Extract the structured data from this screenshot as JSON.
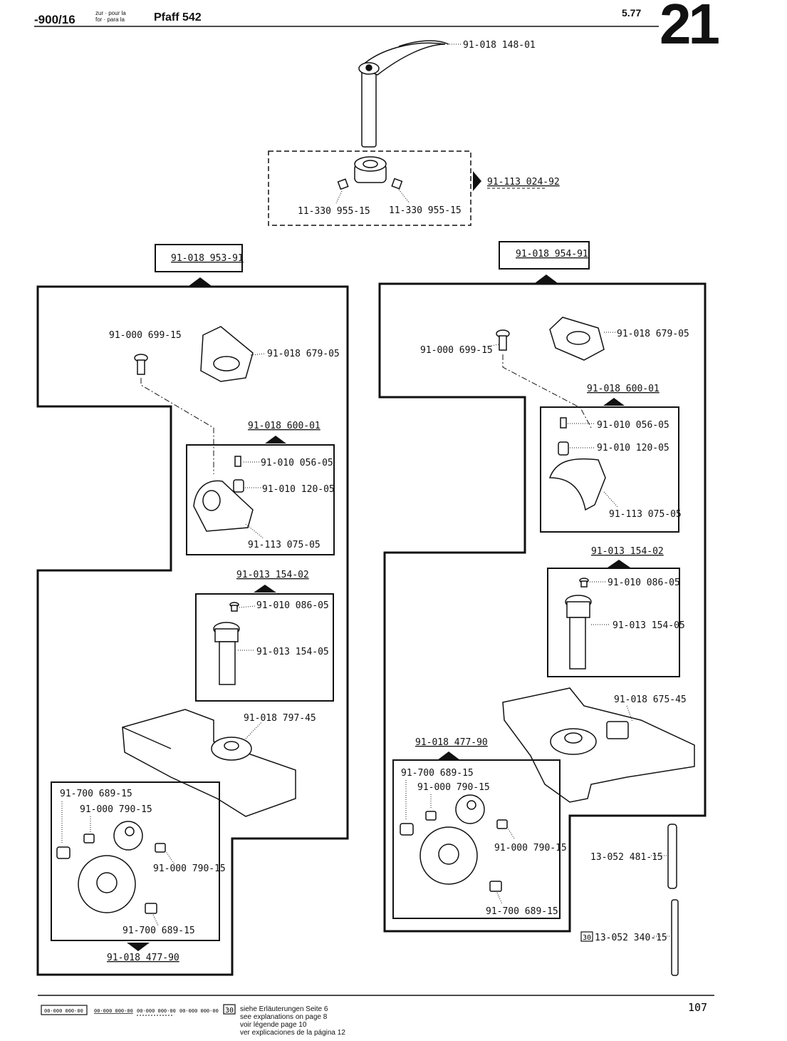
{
  "header": {
    "left_code": "-900/16",
    "zur": "zur · pour la",
    "for": "for · para la",
    "model": "Pfaff 542",
    "date": "5.77",
    "page_group": "21"
  },
  "parts": {
    "hook": "91-018 148-01",
    "collar_set": "91-113 024-92",
    "screw_a": "11-330 955-15",
    "screw_b": "11-330 955-15",
    "left_assembly": "91-018 953-91",
    "right_assembly": "91-018 954-91",
    "l_screw_699": "91-000 699-15",
    "l_gib_679": "91-018 679-05",
    "l_sub_600": "91-018 600-01",
    "l_pin_056": "91-010 056-05",
    "l_bush_120": "91-010 120-05",
    "l_plate_075": "91-113 075-05",
    "l_sub_154": "91-013 154-02",
    "l_screw_086": "91-010 086-05",
    "l_shaft_154": "91-013 154-05",
    "l_bracket_797": "91-018 797-45",
    "l_set_689a": "91-700 689-15",
    "l_screw_790a": "91-000 790-15",
    "l_screw_790b": "91-000 790-15",
    "l_set_689b": "91-700 689-15",
    "l_sub_477": "91-018 477-90",
    "r_screw_699": "91-000 699-15",
    "r_gib_679": "91-018 679-05",
    "r_sub_600": "91-018 600-01",
    "r_pin_056": "91-010 056-05",
    "r_bush_120": "91-010 120-05",
    "r_plate_075": "91-113 075-05",
    "r_sub_154": "91-013 154-02",
    "r_screw_086": "91-010 086-05",
    "r_shaft_154": "91-013 154-05",
    "r_bracket_675": "91-018 675-45",
    "r_sub_477": "91-018 477-90",
    "r_set_689a": "91-700 689-15",
    "r_screw_790a": "91-000 790-15",
    "r_screw_790b": "91-000 790-15",
    "r_set_689b": "91-700 689-15",
    "pin_481": "13-052 481-15",
    "pin_340_tag": "30",
    "pin_340": "13-052 340-15"
  },
  "footer": {
    "legend_box": "00-000 000-00",
    "legend_ul": "00-000 000-00",
    "legend_dash": "00-000 000-00",
    "legend_plain": "00-000 000-00",
    "legend_tag": "30",
    "line1": "siehe Erläuterungen Seite 6",
    "line2": "see explanations on page 8",
    "line3": "voir légende page 10",
    "line4": "ver explicaciones de la página 12",
    "page_number": "107"
  }
}
